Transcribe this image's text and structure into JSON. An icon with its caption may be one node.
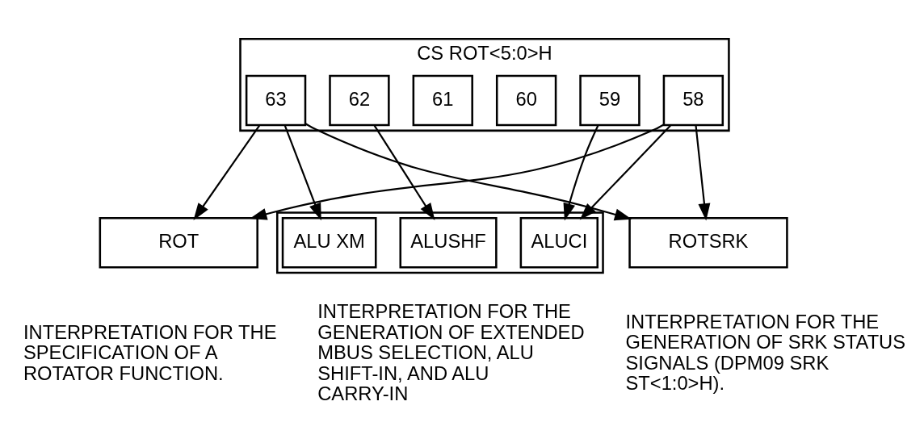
{
  "diagram": {
    "nodes": [
      {
        "text": [
          "CS ROT<5:0>H"
        ]
      },
      {
        "text": [
          "63"
        ],
        "in": 0
      },
      {
        "text": [
          "62"
        ],
        "in": 0
      },
      {
        "text": [
          "61"
        ],
        "in": 0
      },
      {
        "text": [
          "60"
        ],
        "in": 0
      },
      {
        "text": [
          "59"
        ],
        "in": 0
      },
      {
        "text": [
          "58"
        ],
        "in": 0
      },
      {
        "text": [
          "ROT"
        ],
        "beside": [
          "INTERPRETATION FOR THE SPECIFICATION OF A ROTATOR FUNCTION."
        ]
      },
      {
        "text": [],
        "shape": "box",
        "beside": [
          "INTERPRETATION FOR THE GENERATION OF EXTENDED MBUS SELECTION, ALU SHIFT-IN, AND ALU CARRY-IN"
        ]
      },
      {
        "text": [
          "ALU XM"
        ],
        "in": 8
      },
      {
        "text": [
          "ALUSHF"
        ],
        "in": 8
      },
      {
        "text": [
          "ALUCI"
        ],
        "in": 8
      },
      {
        "text": [
          "ROTSRK"
        ],
        "beside": [
          "INTERPRETATION FOR THE GENERATION OF SRK STATUS SIGNALS (DPM09 SRK ST<1:0>H)."
        ]
      }
    ],
    "edges": [
      {
        "from": 1,
        "to": 7,
        "arrow": "to"
      },
      {
        "from": 1,
        "to": 9,
        "arrow": "to"
      },
      {
        "from": 1,
        "to": 12,
        "arrow": "to"
      },
      {
        "from": 2,
        "to": 10,
        "arrow": "to"
      },
      {
        "from": 5,
        "to": 11,
        "arrow": "to"
      },
      {
        "from": 6,
        "to": 7,
        "arrow": "to"
      },
      {
        "from": 6,
        "to": 11,
        "arrow": "to"
      },
      {
        "from": 6,
        "to": 12,
        "arrow": "to"
      }
    ]
  }
}
